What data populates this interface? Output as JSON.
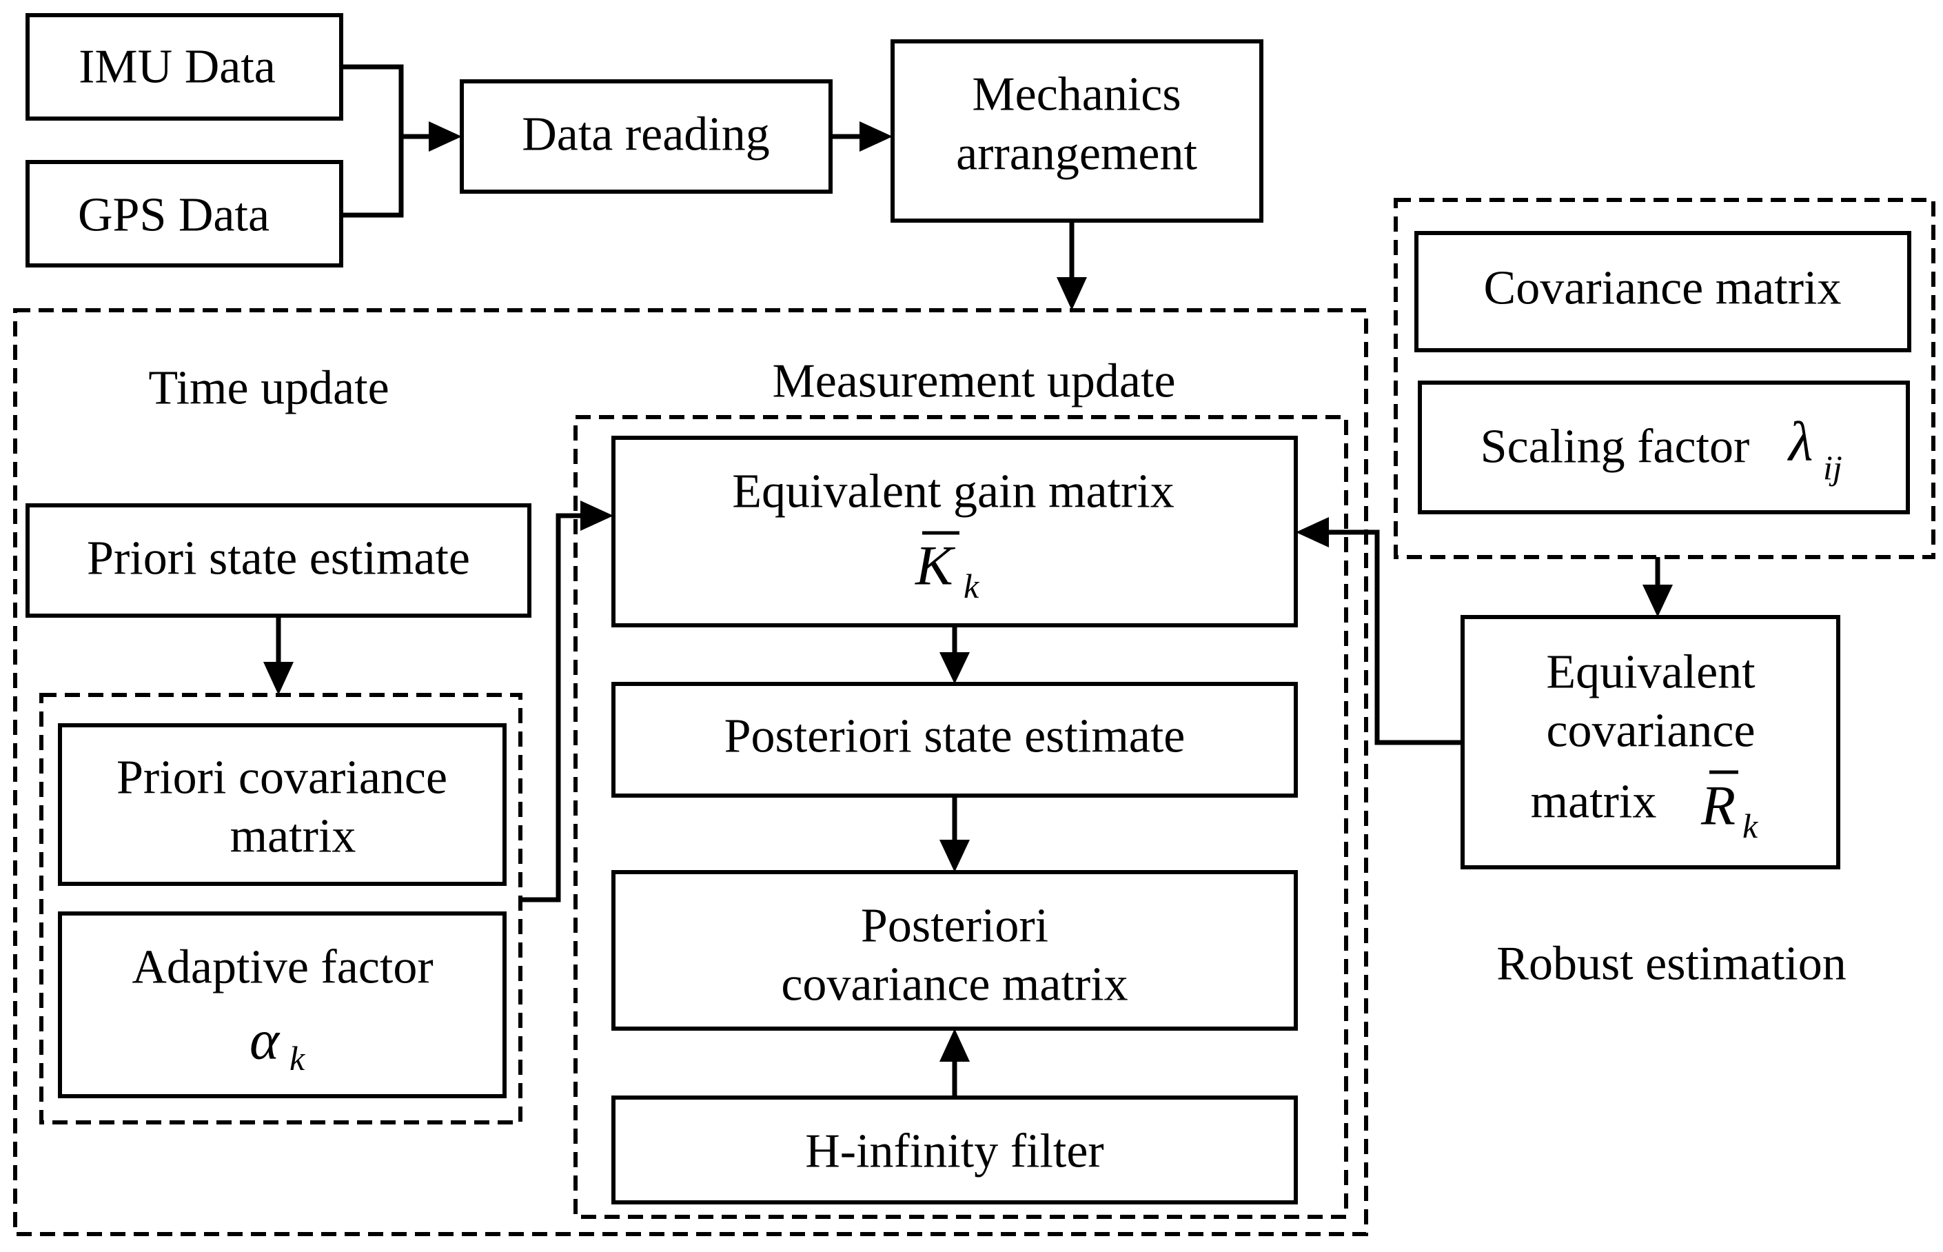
{
  "inputs": {
    "imu": "IMU Data",
    "gps": "GPS Data"
  },
  "pipeline": {
    "data_reading": "Data reading",
    "mechanics_line1": "Mechanics",
    "mechanics_line2": "arrangement"
  },
  "time_update": {
    "title": "Time update",
    "priori_state": "Priori state estimate",
    "priori_cov_line1": "Priori covariance",
    "priori_cov_line2": "matrix",
    "adaptive_factor": "Adaptive factor",
    "adaptive_symbol": "α",
    "adaptive_subscript": "k"
  },
  "measurement_update": {
    "title": "Measurement update",
    "gain_matrix": "Equivalent gain matrix",
    "gain_symbol": "K",
    "gain_subscript": "k",
    "posteriori_state": "Posteriori state estimate",
    "posteriori_cov_line1": "Posteriori",
    "posteriori_cov_line2": "covariance matrix",
    "h_infinity": "H-infinity filter"
  },
  "robust_estimation": {
    "title": "Robust estimation",
    "covariance_matrix": "Covariance matrix",
    "scaling_factor": "Scaling factor",
    "scaling_symbol": "λ",
    "scaling_subscript": "ij",
    "equiv_cov_line1": "Equivalent",
    "equiv_cov_line2": "covariance",
    "equiv_cov_line3": "matrix",
    "equiv_cov_symbol": "R",
    "equiv_cov_subscript": "k"
  }
}
